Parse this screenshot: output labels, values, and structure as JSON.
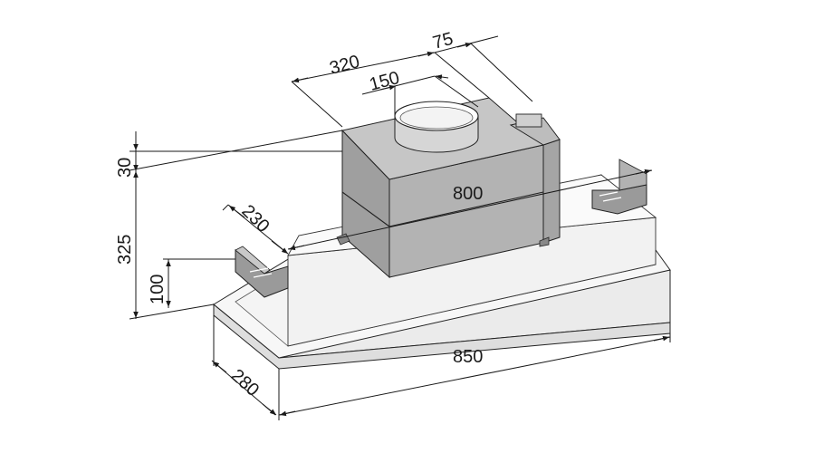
{
  "dimensions": {
    "d_75": "75",
    "d_320": "320",
    "d_150": "150",
    "d_30": "30",
    "d_325": "325",
    "d_230": "230",
    "d_100": "100",
    "d_800": "800",
    "d_850": "850",
    "d_280": "280"
  },
  "colors": {
    "motor_box": "#aeaeae",
    "housing_top": "#f6f6f6",
    "housing_front": "#ececec",
    "lines": "#1a1a1a"
  }
}
